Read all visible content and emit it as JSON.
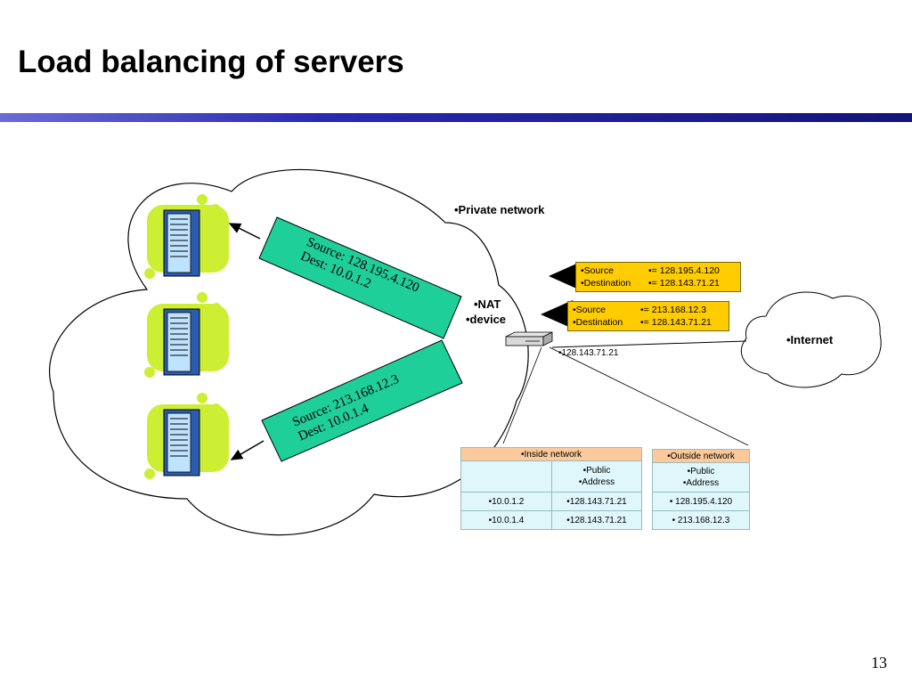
{
  "slide": {
    "title": "Load balancing of servers",
    "page_number": "13"
  },
  "labels": {
    "private_network": "•Private network",
    "nat_line1": "•NAT",
    "nat_line2": "•device",
    "internet": "•Internet",
    "nat_ip": "•128.143.71.21"
  },
  "packets": {
    "upper": {
      "source_key": "•Source",
      "source_val": "•= 128.195.4.120",
      "dest_key": "•Destination",
      "dest_val": "•= 128.143.71.21"
    },
    "lower": {
      "source_key": "•Source",
      "source_val": "•= 213.168.12.3",
      "dest_key": "•Destination",
      "dest_val": "•= 128.143.71.21"
    },
    "to_server1": {
      "line1": "Source: 128.195.4.120",
      "line2": "Dest:     10.0.1.2"
    },
    "to_server3": {
      "line1": "Source: 213.168.12.3",
      "line2": "Dest:     10.0.1.4"
    }
  },
  "inside_table": {
    "header": "•Inside network",
    "col2_line1": "•Public",
    "col2_line2": "•Address",
    "rows": [
      {
        "inside": "•10.0.1.2",
        "public": "•128.143.71.21"
      },
      {
        "inside": "•10.0.1.4",
        "public": "•128.143.71.21"
      }
    ]
  },
  "outside_table": {
    "header": "•Outside network",
    "col_line1": "•Public",
    "col_line2": "•Address",
    "rows": [
      "• 128.195.4.120",
      "• 213.168.12.3"
    ]
  },
  "colors": {
    "server_green": "#ccee33",
    "server_blue": "#3a78d8",
    "packet_teal": "#1fcf9a",
    "packet_yellow": "#ffcc00",
    "table_header": "#fbc99b",
    "table_cell": "#dff7fb"
  }
}
